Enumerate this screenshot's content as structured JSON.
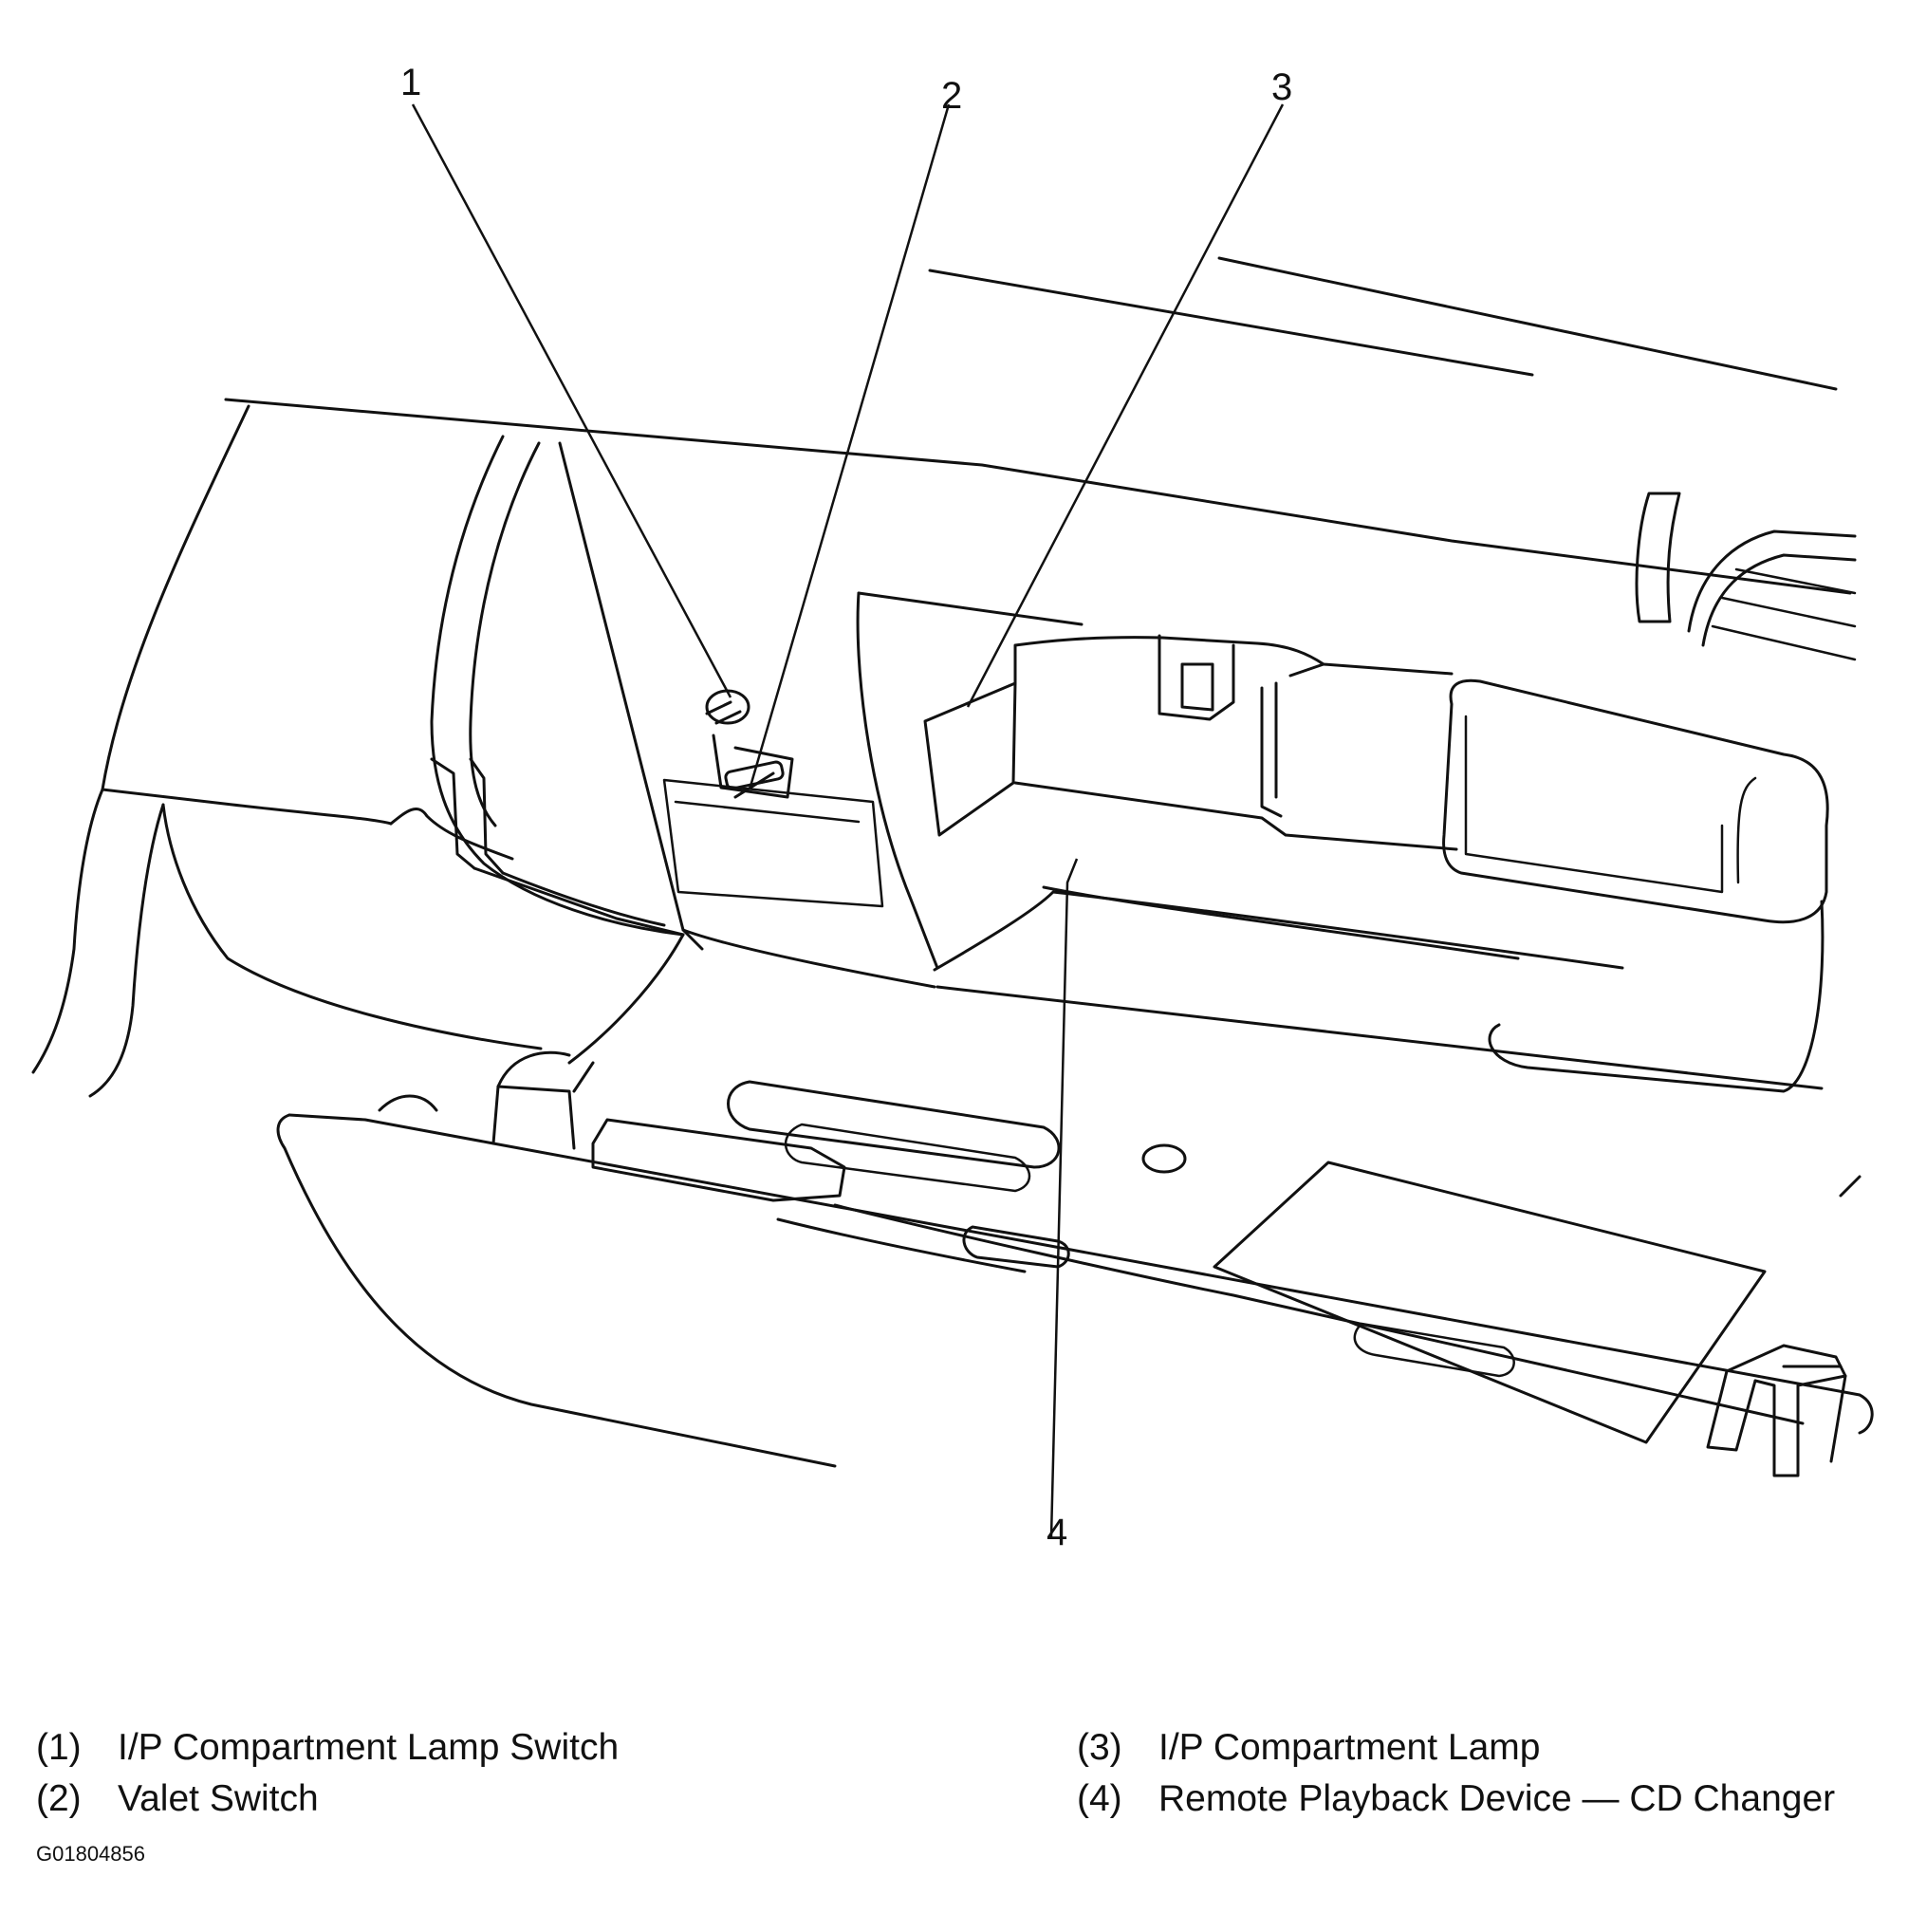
{
  "callouts": [
    {
      "id": "1",
      "label": "1"
    },
    {
      "id": "2",
      "label": "2"
    },
    {
      "id": "3",
      "label": "3"
    },
    {
      "id": "4",
      "label": "4"
    }
  ],
  "legend": [
    {
      "num": "(1)",
      "text": "I/P Compartment Lamp Switch"
    },
    {
      "num": "(2)",
      "text": "Valet Switch"
    },
    {
      "num": "(3)",
      "text": "I/P Compartment Lamp"
    },
    {
      "num": "(4)",
      "text": "Remote Playback Device — CD Changer"
    }
  ],
  "figure_id": "G01804856"
}
